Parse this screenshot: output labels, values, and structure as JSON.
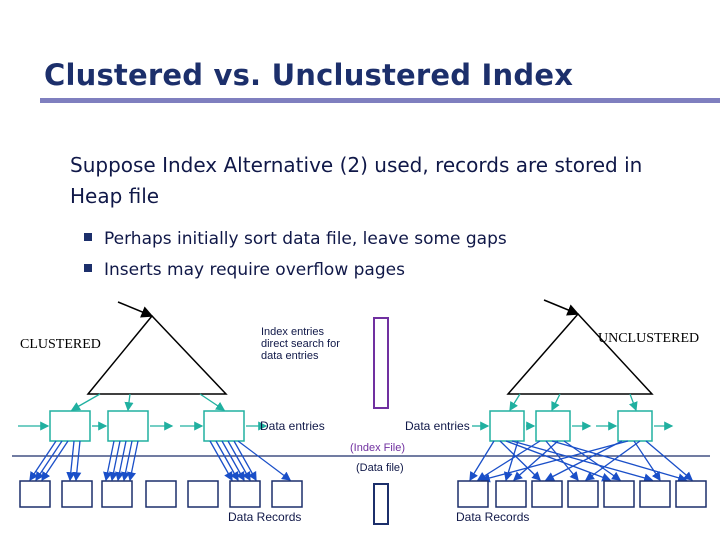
{
  "slide": {
    "title": "Clustered vs. Unclustered Index",
    "main_text": "Suppose Index Alternative (2) used, records are stored in Heap file",
    "bullets": [
      "Perhaps initially sort data file, leave some gaps",
      "Inserts may require overflow pages"
    ]
  },
  "diagram": {
    "clustered_label": "CLUSTERED",
    "unclustered_label": "UNCLUSTERED",
    "index_entries_lines": [
      "Index entries",
      "direct search for",
      "data entries"
    ],
    "data_entries_left": "Data entries",
    "data_entries_right": "Data entries",
    "index_file_label": "(Index File)",
    "data_file_label": "(Data file)",
    "data_records_left": "Data Records",
    "data_records_right": "Data Records",
    "colors": {
      "title": "#1c2f6b",
      "leaf_outline": "#20b0a0",
      "pointer": "#1a4fc8",
      "legend_box": "#7030a0",
      "text": "#101848"
    }
  }
}
